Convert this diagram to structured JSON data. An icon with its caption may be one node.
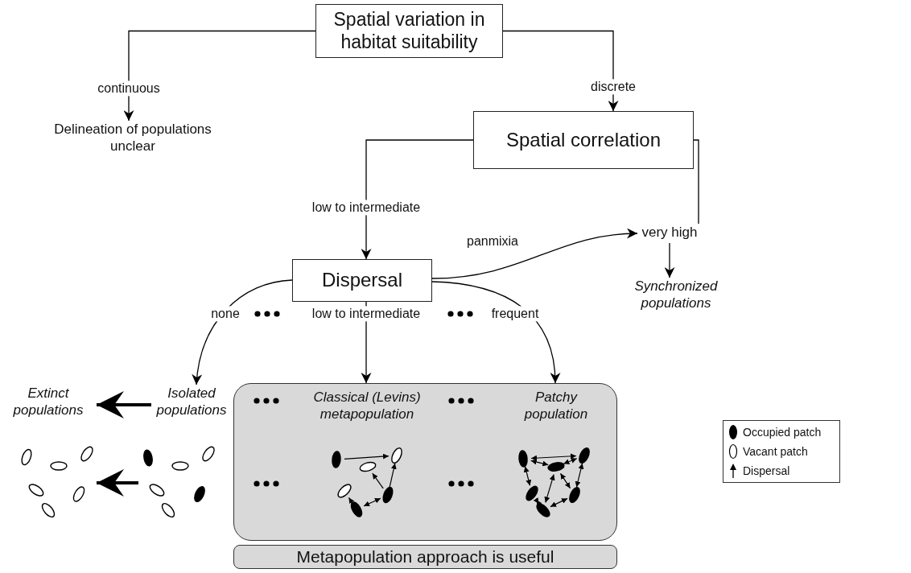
{
  "diagram": {
    "nodes": [
      {
        "text": [
          "Spatial variation in habitat suitability"
        ]
      },
      {
        "text": [
          "Delineation of populations unclear"
        ]
      },
      {
        "text": [
          "Spatial correlation"
        ]
      },
      {
        "text": [
          "very high"
        ]
      },
      {
        "text": [
          "Synchronized populations"
        ]
      },
      {
        "text": [
          "Dispersal"
        ]
      },
      {
        "text": [
          "Isolated populations"
        ]
      },
      {
        "text": [
          "Extinct populations"
        ]
      },
      {
        "text": [],
        "shape": "box"
      },
      {
        "text": [
          "Classical (Levins) metapopulation"
        ],
        "in": 8
      },
      {
        "text": [
          "Patchy population"
        ],
        "in": 8
      },
      {
        "text": [
          "Metapopulation approach is useful"
        ]
      },
      {
        "text": [],
        "shape": "picture"
      },
      {
        "text": [],
        "shape": "picture"
      }
    ],
    "edges": [
      {
        "from": 0,
        "to": 1,
        "arrow": "to",
        "label": "continuous"
      },
      {
        "from": 0,
        "to": 2,
        "arrow": "to",
        "label": "discrete"
      },
      {
        "from": 2,
        "to": 5,
        "arrow": "to",
        "label": "low to intermediate"
      },
      {
        "from": 2,
        "to": 3,
        "arrow": "none"
      },
      {
        "from": 5,
        "to": 3,
        "arrow": "to",
        "label": "panmixia"
      },
      {
        "from": 3,
        "to": 4,
        "arrow": "to"
      },
      {
        "from": 5,
        "to": 6,
        "arrow": "to",
        "label": "none"
      },
      {
        "from": 5,
        "to": 9,
        "arrow": "to",
        "label": "low to intermediate"
      },
      {
        "from": 5,
        "to": 10,
        "arrow": "to",
        "label": "frequent"
      },
      {
        "from": 6,
        "to": 7,
        "arrow": "to",
        "style": "thick"
      },
      {
        "from": 13,
        "to": 12,
        "arrow": "to",
        "style": "thick"
      }
    ],
    "legend": [
      {
        "text": "Occupied patch"
      },
      {
        "text": "Vacant patch"
      },
      {
        "text": "Dispersal"
      }
    ]
  }
}
